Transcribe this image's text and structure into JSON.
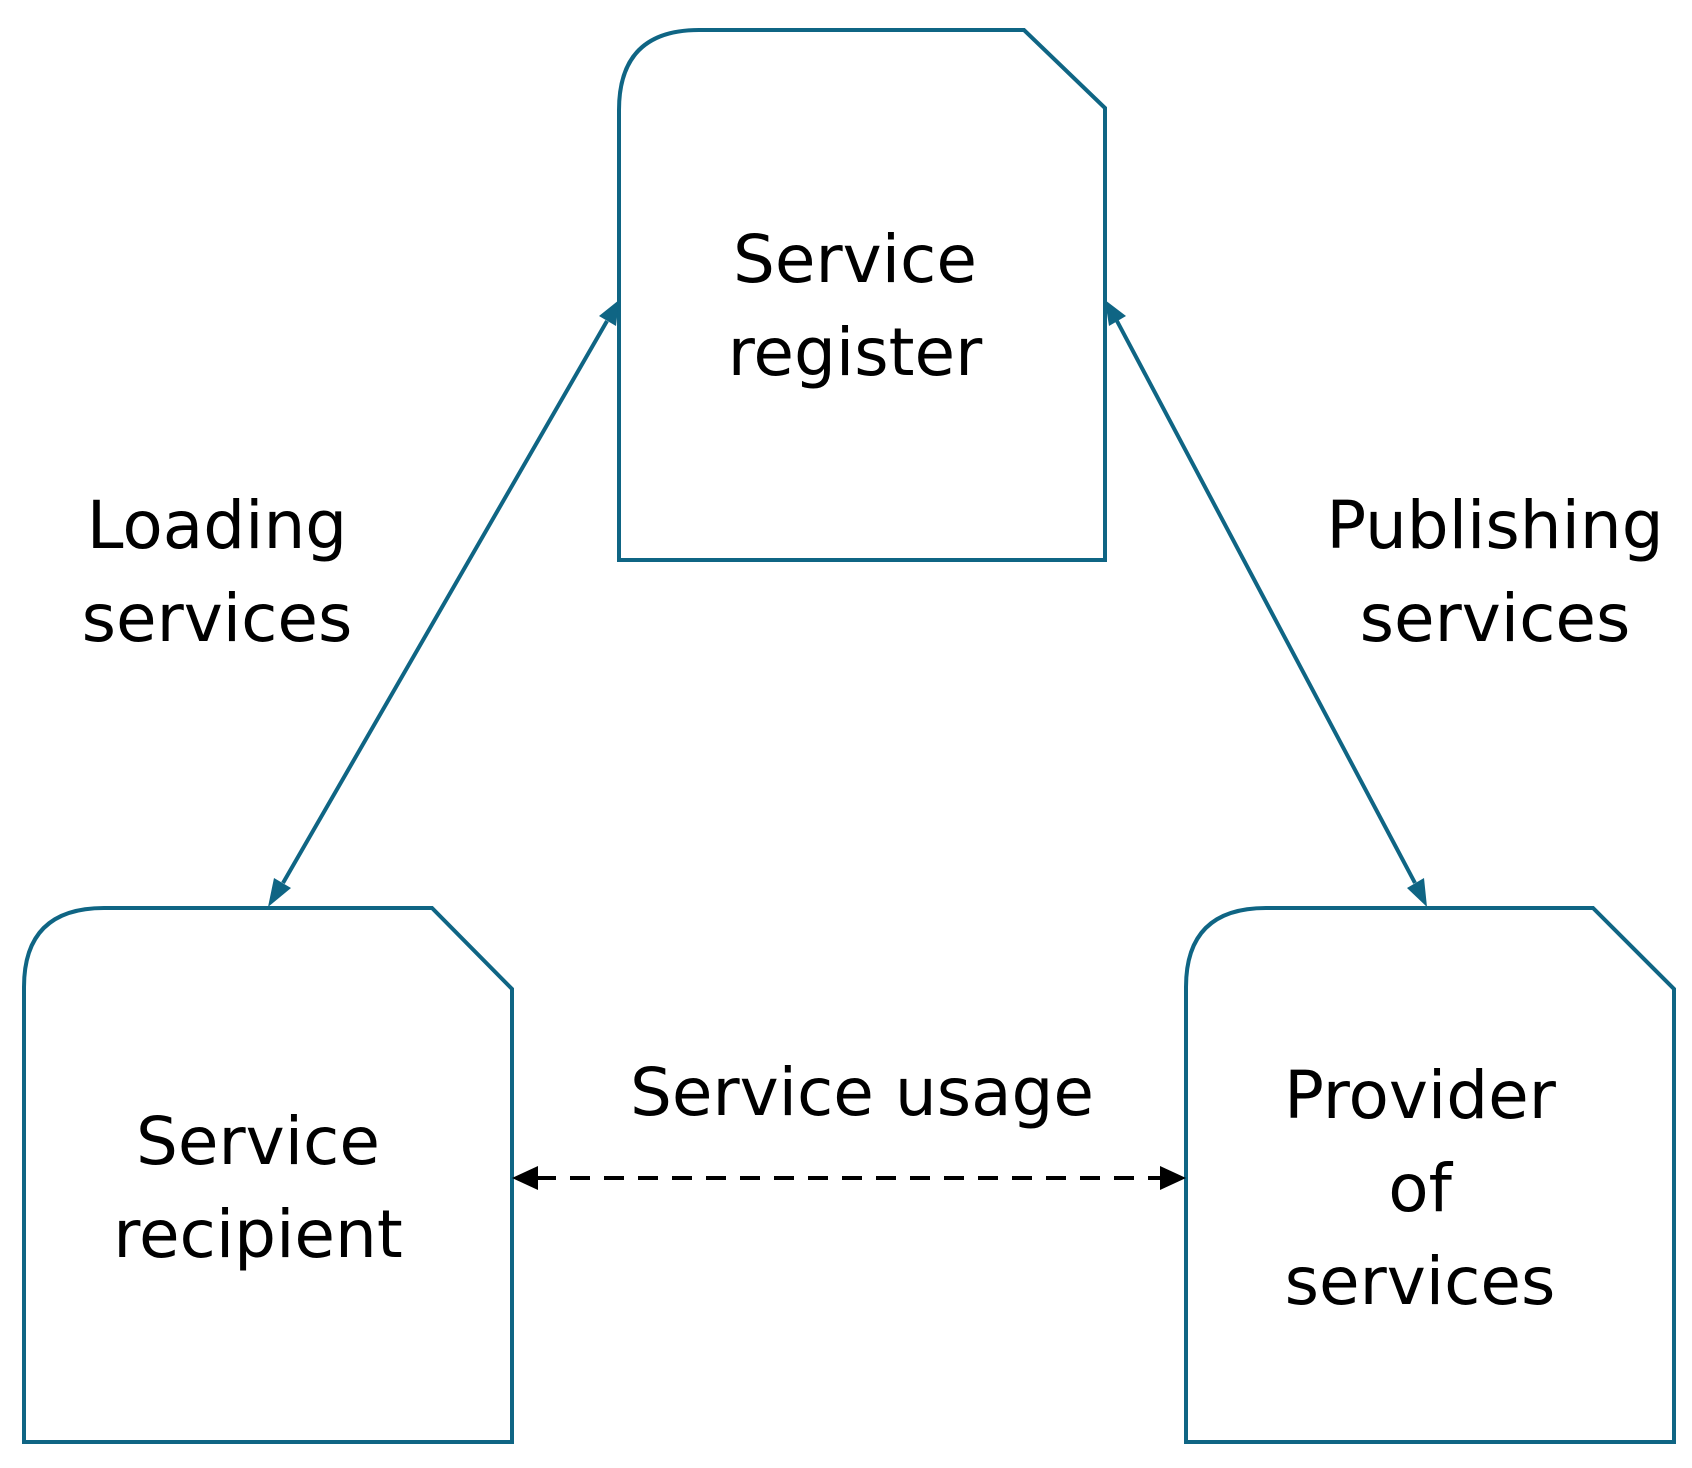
{
  "colors": {
    "stroke": "#0f6584",
    "text": "#000000",
    "dashed": "#000000",
    "background": "#ffffff"
  },
  "nodes": {
    "register": {
      "line1": "Service",
      "line2": "register"
    },
    "recipient": {
      "line1": "Service",
      "line2": "recipient"
    },
    "provider": {
      "line1": "Provider",
      "line2": "of",
      "line3": "services"
    }
  },
  "edges": {
    "loading": {
      "line1": "Loading",
      "line2": "services"
    },
    "publishing": {
      "line1": "Publishing",
      "line2": "services"
    },
    "usage": {
      "label": "Service usage"
    }
  }
}
